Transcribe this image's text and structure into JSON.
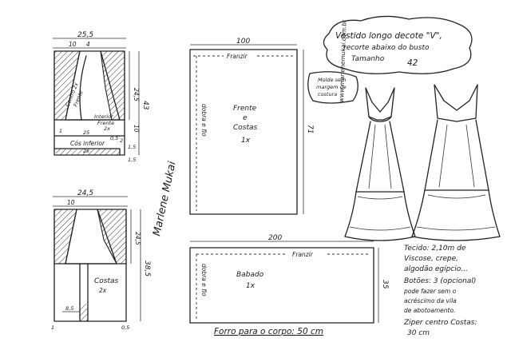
{
  "title_box": {
    "line1": "Vestido longo decote \"V\",",
    "line2": "recorte abaixo do busto",
    "size_label": "Tamanho",
    "size_value": "42"
  },
  "molde_note": [
    "Molde sem",
    "margem de",
    "costura"
  ],
  "website": "www.marlenemukai.com.br",
  "signature": "Marlene Mukai",
  "bodice": {
    "width": "25,5",
    "top_seg1": "10",
    "top_seg2": "4",
    "side_24_5": "24,5",
    "side_43": "43",
    "side_10": "10",
    "side_1_5a": "1,5",
    "side_1_5b": "1,5",
    "center_front": [
      "Centro 2x",
      "Frente"
    ],
    "inner_front": [
      "Interior",
      "Frente",
      "2x"
    ],
    "inner_bottom": "Cós inferior",
    "inner_bottom_count": "2x",
    "m25": "25",
    "m05": "0,5",
    "m1": "1",
    "m2": "2"
  },
  "back": {
    "width": "24,5",
    "top_seg1": "10",
    "side_24_5": "24,5",
    "side_38_5": "38,5",
    "label": "Costas",
    "count": "2x",
    "bottom_1": "1",
    "bottom_8_5": "8,5",
    "bottom_0_5": "0,5"
  },
  "skirt": {
    "width": "100",
    "height": "71",
    "gather": "Franzir",
    "fold": "dobra e fio",
    "label": [
      "Frente",
      "e",
      "Costas"
    ],
    "count": "1x"
  },
  "ruffle": {
    "width": "200",
    "height": "35",
    "gather": "Franzir",
    "fold": "dobra e fio",
    "label": "Babado",
    "count": "1x"
  },
  "lining_note": "Forro para o corpo: 50 cm",
  "materials": [
    "Tecido: 2,10m de",
    "Viscose, crepe,",
    "algodão egípcio...",
    "Botões: 3 (opcional)",
    "pode fazer sem o",
    "acréscimo da vila",
    "de abotoamento.",
    "Ziper centro Costas:",
    "30 cm"
  ],
  "colors": {
    "ink": "#222222",
    "paper": "#ffffff"
  }
}
